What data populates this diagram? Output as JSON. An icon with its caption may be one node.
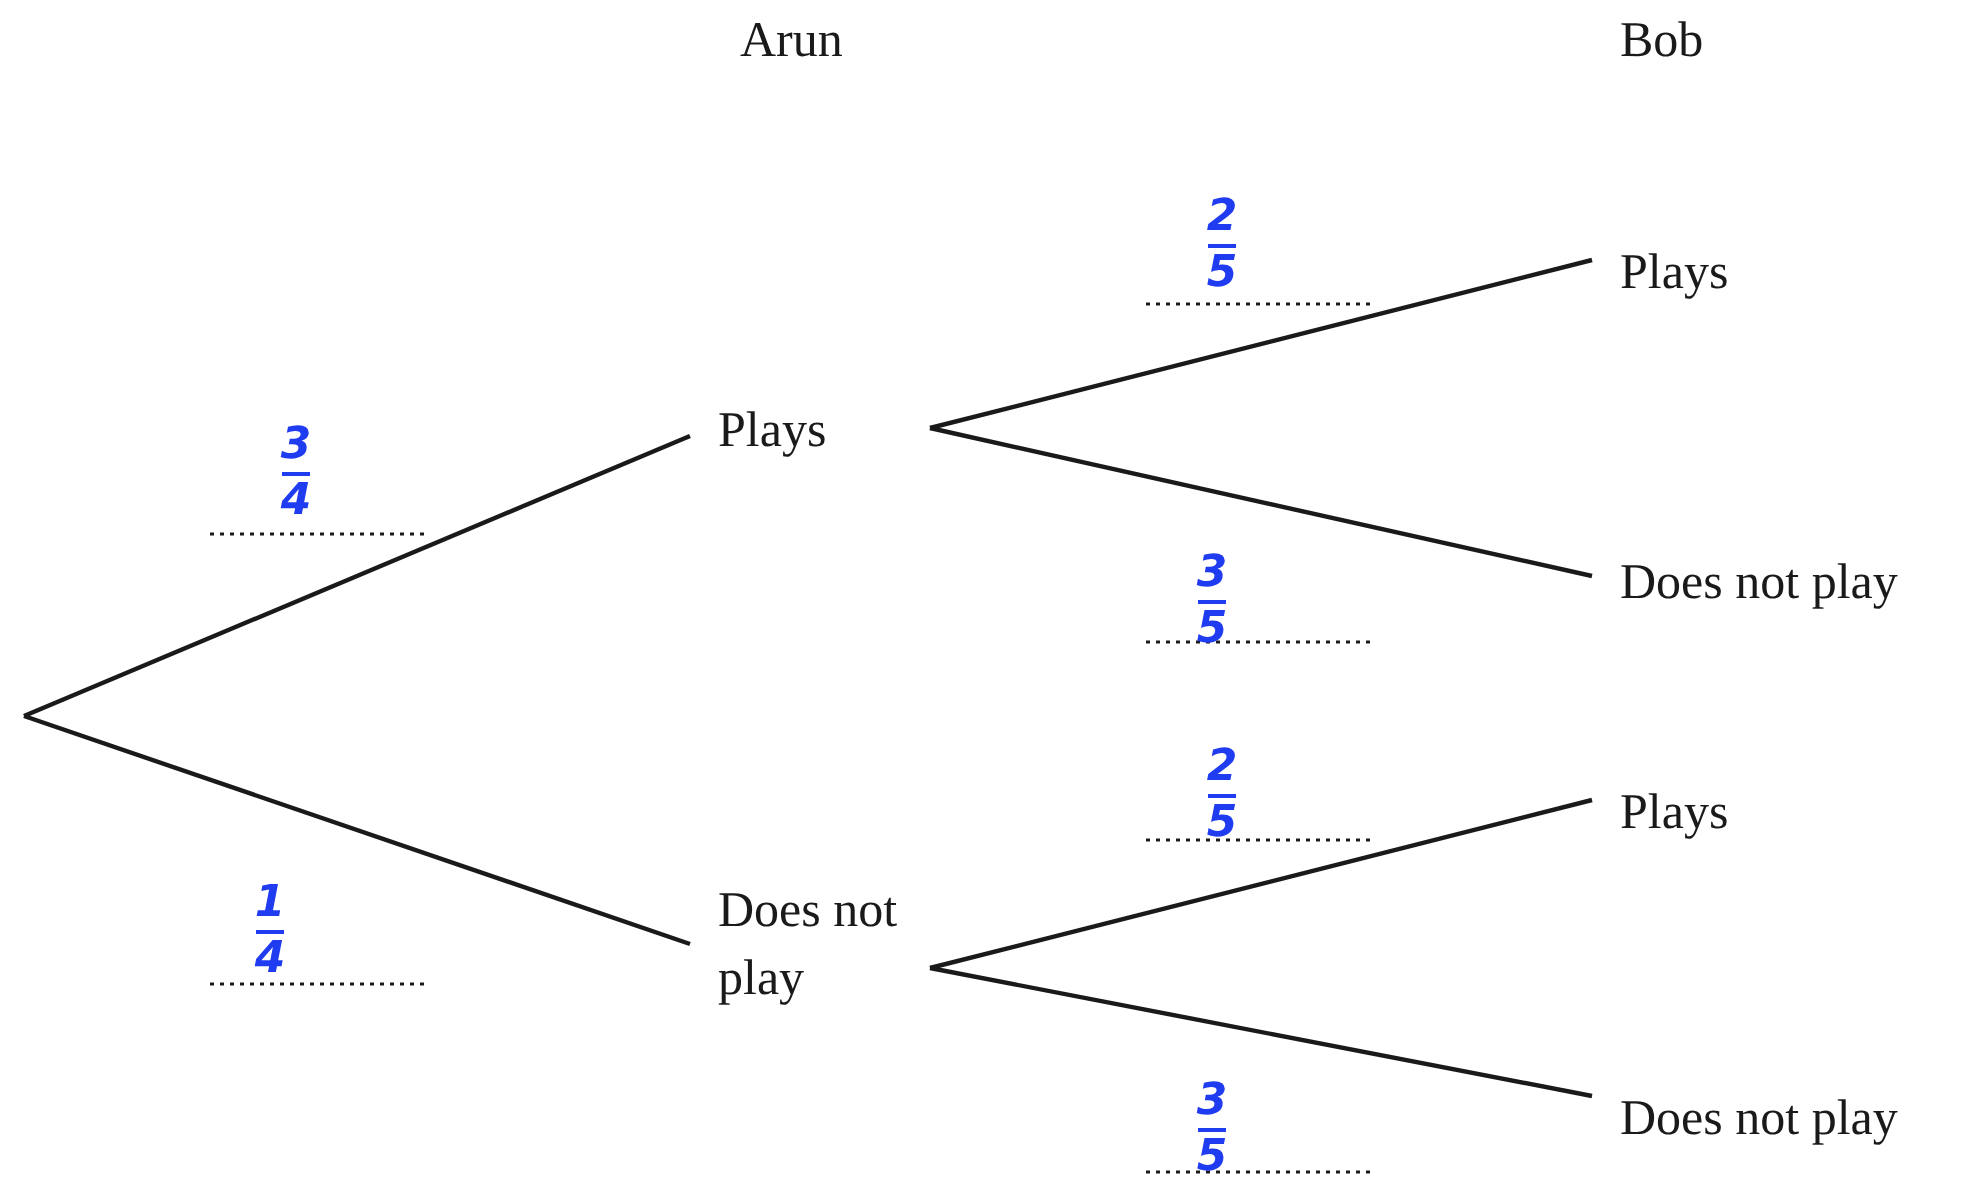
{
  "diagram": {
    "nodes": [
      {
        "text": [
          "Plays"
        ]
      },
      {
        "text": [
          "Does not play"
        ]
      },
      {
        "text": [
          "Plays"
        ]
      },
      {
        "text": [
          "Does not play"
        ]
      },
      {
        "text": [
          "Plays"
        ]
      },
      {
        "text": [
          "Does not play"
        ]
      }
    ],
    "edges": [
      {
        "from": null,
        "to": 0,
        "arrow": "none"
      },
      {
        "from": null,
        "to": 1,
        "arrow": "none"
      },
      {
        "from": 0,
        "to": 2,
        "arrow": "none"
      },
      {
        "from": 0,
        "to": 3,
        "arrow": "none"
      },
      {
        "from": 1,
        "to": 4,
        "arrow": "none"
      },
      {
        "from": 1,
        "to": 5,
        "arrow": "none"
      }
    ],
    "labels": [
      "Arun",
      "Bob",
      "2",
      "5",
      "3",
      "4",
      "3",
      "5",
      "2",
      "5",
      "1",
      "4",
      "3",
      "5"
    ]
  }
}
